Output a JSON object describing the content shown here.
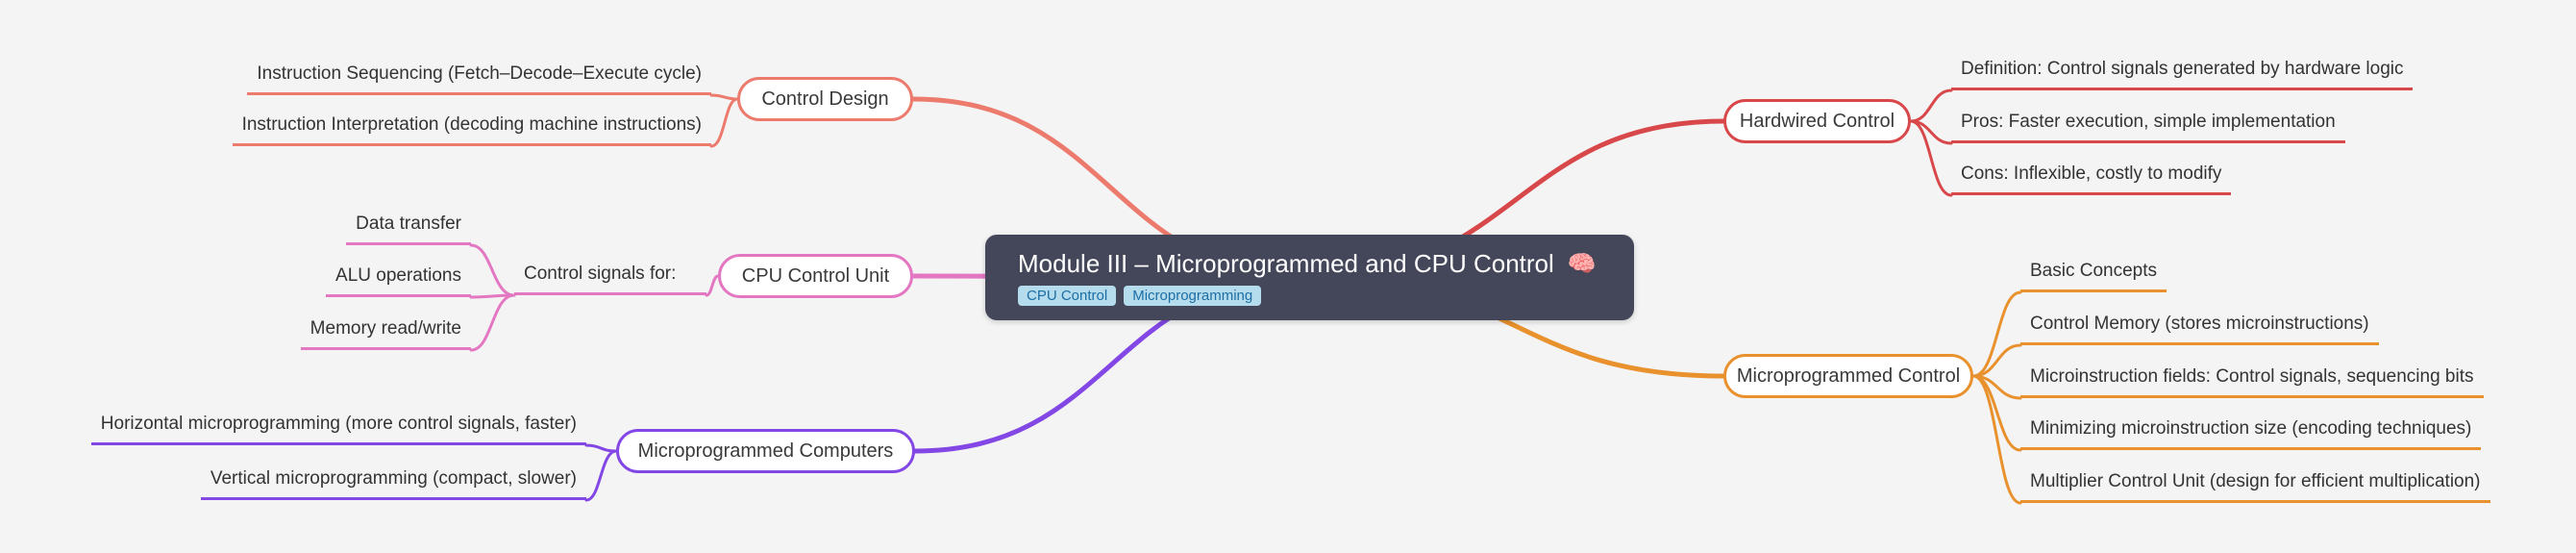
{
  "colors": {
    "background": "#f4f4f5",
    "central_bg": "#44475a",
    "tag_bg": "#b5dced",
    "tag_text": "#1c6ea4",
    "leaf_text": "#333333"
  },
  "central": {
    "title": "Module III – Microprogrammed and CPU Control",
    "emoji": "🧠",
    "tags": [
      "CPU Control",
      "Microprogramming"
    ]
  },
  "branches": {
    "control_design": {
      "label": "Control Design",
      "color": "#ec7a6d",
      "children": {
        "seq": "Instruction Sequencing (Fetch–Decode–Execute cycle)",
        "interp": "Instruction Interpretation (decoding machine instructions)"
      }
    },
    "cpu_control_unit": {
      "label": "CPU Control Unit",
      "color": "#e377c2",
      "signals_label": "Control signals for:",
      "children": {
        "data": "Data transfer",
        "alu": "ALU operations",
        "mem": "Memory read/write"
      }
    },
    "micro_computers": {
      "label": "Microprogrammed Computers",
      "color": "#8247e5",
      "children": {
        "horizontal": "Horizontal microprogramming (more control signals, faster)",
        "vertical": "Vertical microprogramming (compact, slower)"
      }
    },
    "hardwired": {
      "label": "Hardwired Control",
      "color": "#d8484a",
      "children": {
        "definition": "Definition: Control signals generated by hardware logic",
        "pros": "Pros: Faster execution, simple implementation",
        "cons": "Cons: Inflexible, costly to modify"
      }
    },
    "micro_control": {
      "label": "Microprogrammed Control",
      "color": "#e8912d",
      "children": {
        "basic": "Basic Concepts",
        "control_memory": "Control Memory (stores microinstructions)",
        "fields": "Microinstruction fields: Control signals, sequencing bits",
        "minimizing": "Minimizing microinstruction size (encoding techniques)",
        "multiplier": "Multiplier Control Unit (design for efficient multiplication)"
      }
    }
  }
}
